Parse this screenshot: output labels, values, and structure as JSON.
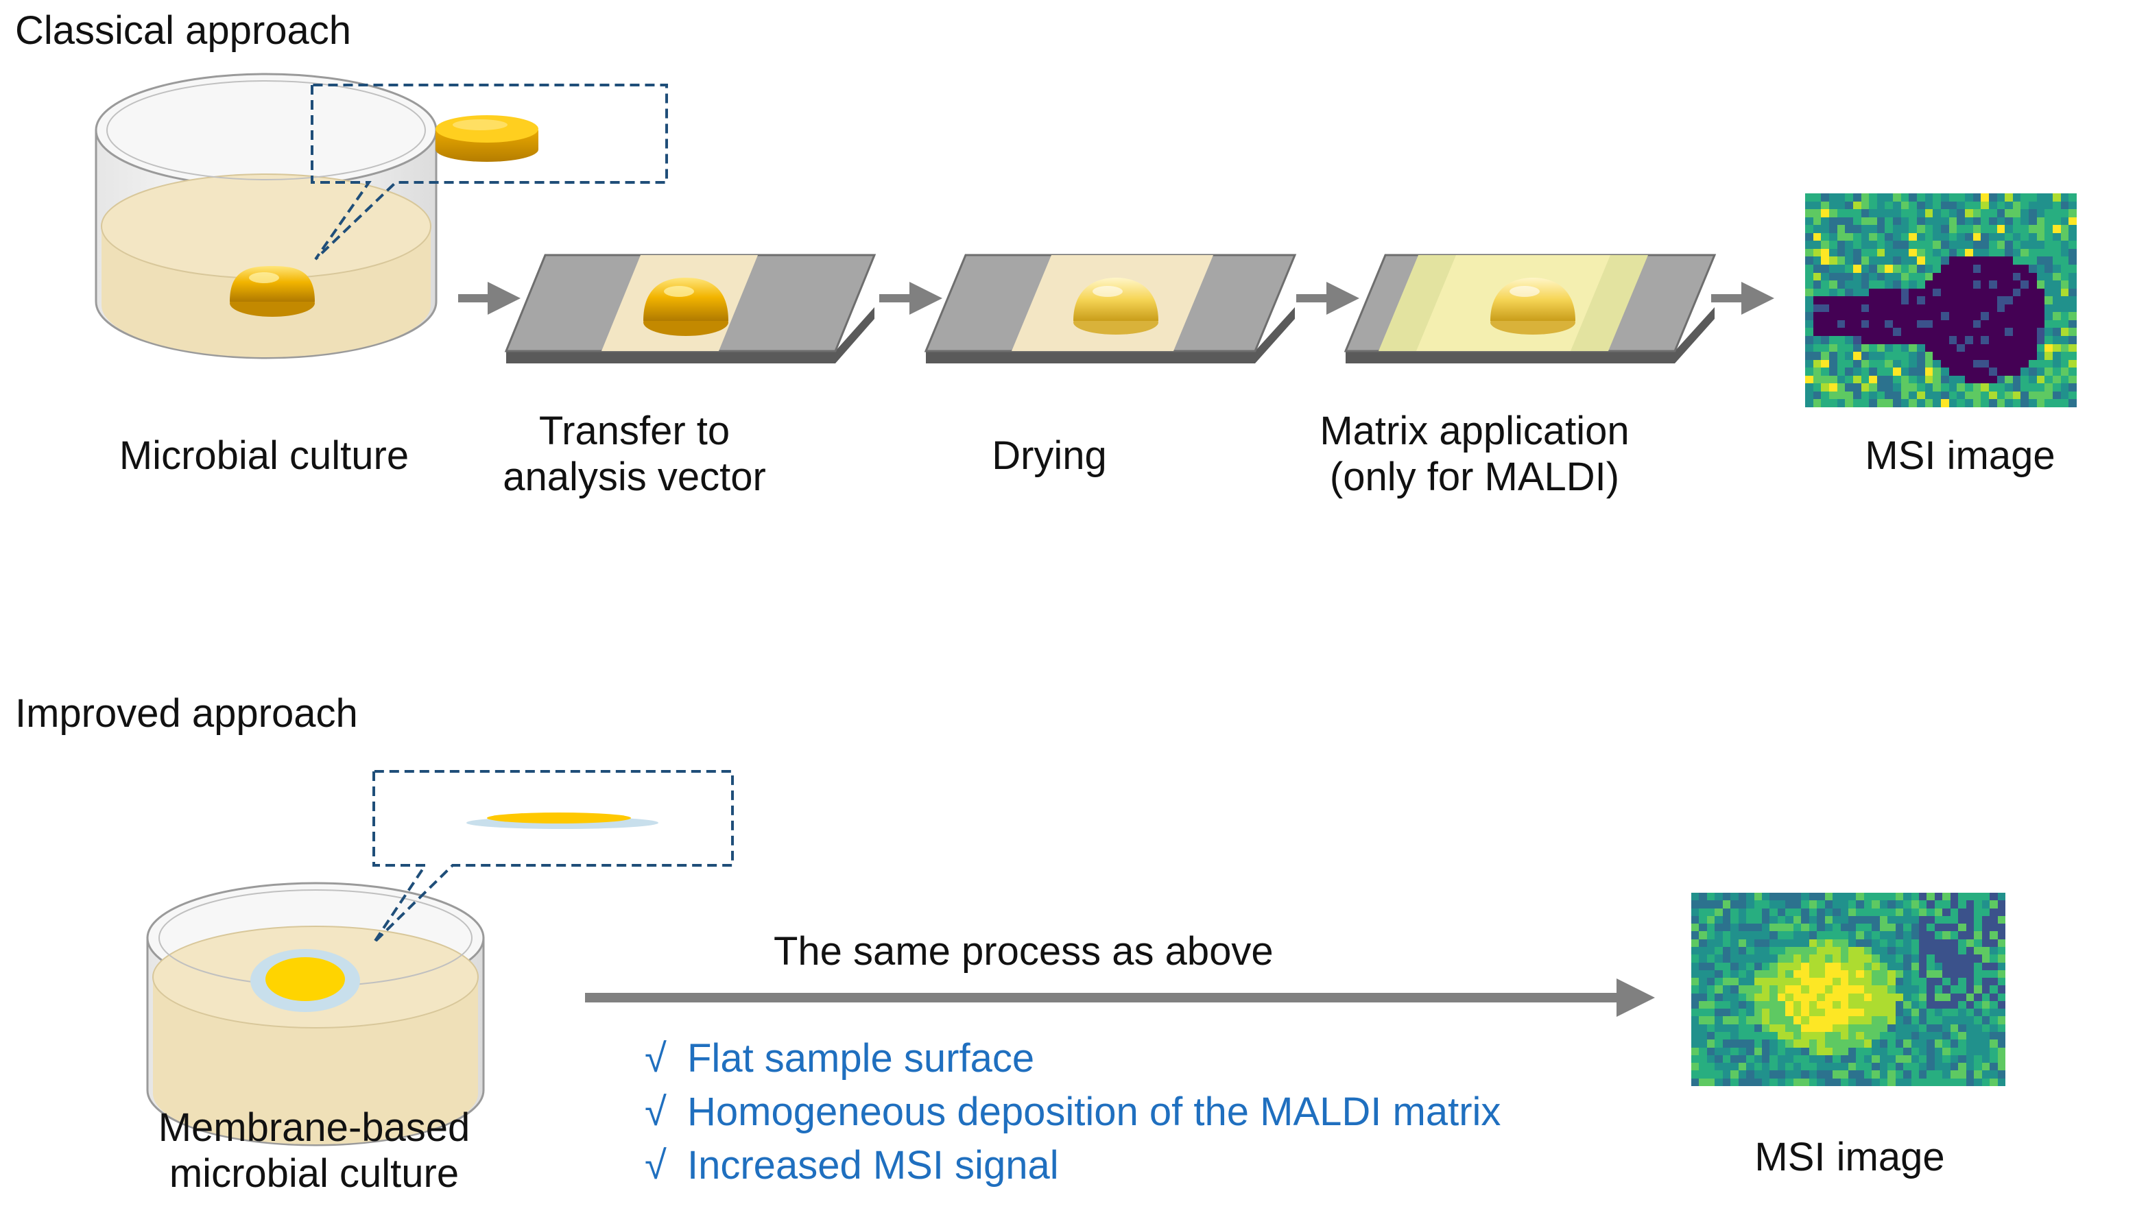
{
  "classical": {
    "title": "Classical approach",
    "steps": [
      {
        "lines": [
          "Microbial culture"
        ]
      },
      {
        "lines": [
          "Transfer to",
          "analysis vector"
        ]
      },
      {
        "lines": [
          "Drying"
        ]
      },
      {
        "lines": [
          "Matrix application",
          "(only for MALDI)"
        ]
      },
      {
        "lines": [
          "MSI image"
        ]
      }
    ]
  },
  "improved": {
    "title": "Improved approach",
    "culture_lines": [
      "Membrane-based",
      "microbial culture"
    ],
    "process_label": "The  same process as above",
    "benefits": [
      {
        "check": "√",
        "text": "Flat sample surface"
      },
      {
        "check": "√",
        "text": "Homogeneous deposition of the MALDI matrix"
      },
      {
        "check": "√",
        "text": "Increased MSI signal"
      }
    ],
    "result_label": "MSI image"
  },
  "colors": {
    "colony_gold": "#f2b400",
    "agar": "#f3e6c4",
    "slide_gray": "#a6a6a6",
    "arrow_gray": "#808080",
    "callout_blue": "#1f4e79",
    "benefit_blue": "#1f6fbf",
    "membrane_blue": "#c8dfec",
    "matrix_yellow": "#eeeaa0"
  }
}
